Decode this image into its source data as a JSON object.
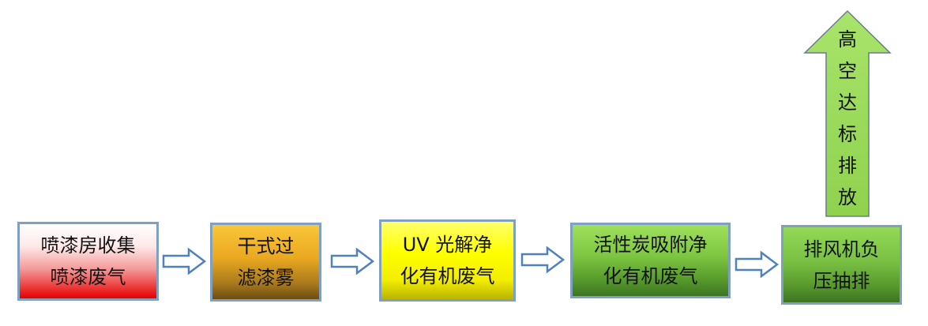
{
  "diagram": {
    "nodes": [
      {
        "id": "b1",
        "lines": [
          "喷漆房收集",
          "喷漆废气"
        ]
      },
      {
        "id": "b2",
        "lines": [
          "干式过",
          "滤漆雾"
        ]
      },
      {
        "id": "b3",
        "lines": [
          "UV 光解净",
          "化有机废气"
        ]
      },
      {
        "id": "b4",
        "lines": [
          "活性炭吸附净",
          "化有机废气"
        ]
      },
      {
        "id": "b5",
        "lines": [
          "排风机负",
          "压抽排"
        ]
      }
    ],
    "exhaust": {
      "chars": [
        "高",
        "空",
        "达",
        "标",
        "排",
        "放"
      ]
    },
    "edges": [
      [
        "b1",
        "b2"
      ],
      [
        "b2",
        "b3"
      ],
      [
        "b3",
        "b4"
      ],
      [
        "b4",
        "b5"
      ],
      [
        "b5",
        "exhaust"
      ]
    ]
  }
}
